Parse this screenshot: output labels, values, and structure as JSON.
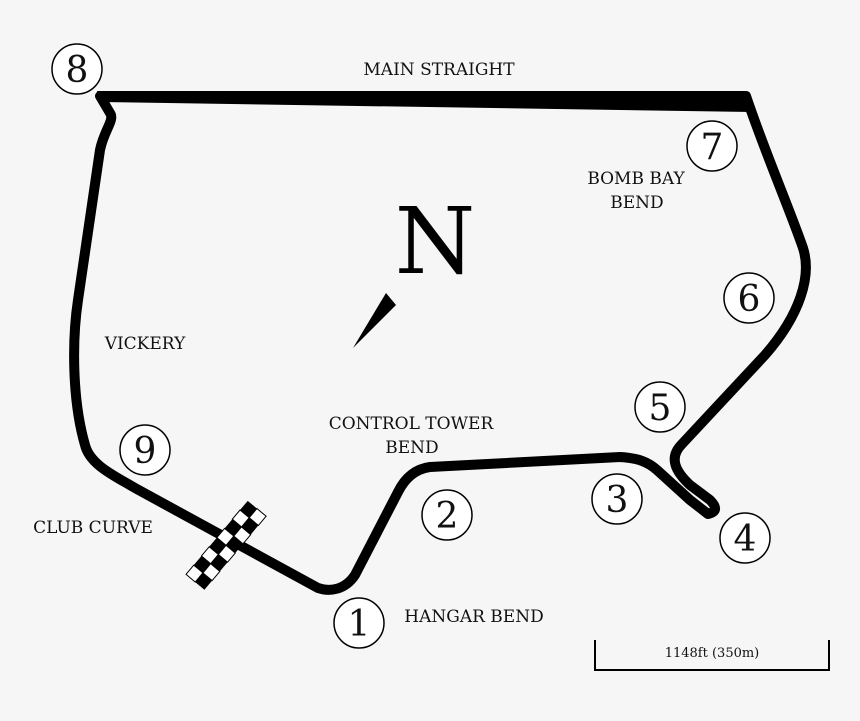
{
  "map": {
    "north_label": "N",
    "labels": {
      "main_straight": "MAIN STRAIGHT",
      "bomb_bay_1": "BOMB BAY",
      "bomb_bay_2": "BEND",
      "vickery": "VICKERY",
      "control_tower_1": "CONTROL TOWER",
      "control_tower_2": "BEND",
      "club_curve": "CLUB CURVE",
      "hangar_bend": "HANGAR BEND"
    },
    "corners": [
      "1",
      "2",
      "3",
      "4",
      "5",
      "6",
      "7",
      "8",
      "9"
    ],
    "scale_text": "1148ft (350m)"
  }
}
